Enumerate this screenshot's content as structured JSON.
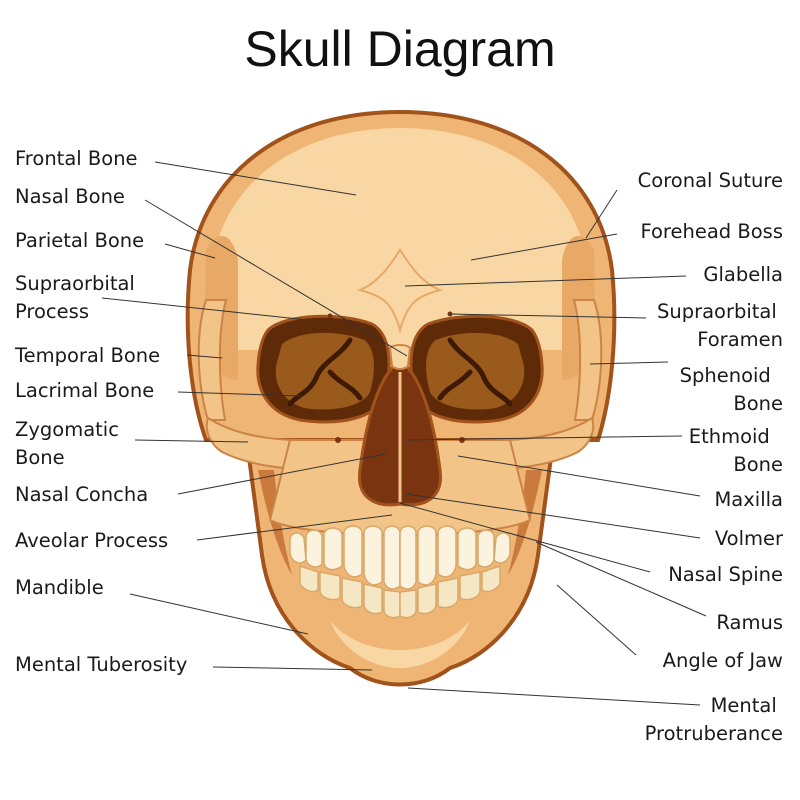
{
  "title": "Skull Diagram",
  "colors": {
    "bone_light": "#f9d7a4",
    "bone_mid": "#efb575",
    "bone_dark": "#cc8446",
    "outline": "#a2531c",
    "socket": "#5e2a08",
    "socket_inner": "#9a5a1c",
    "teeth": "#fbf3de"
  },
  "labels": {
    "left": [
      {
        "id": "frontal-bone",
        "lines": [
          "Frontal Bone"
        ]
      },
      {
        "id": "nasal-bone",
        "lines": [
          "Nasal Bone"
        ]
      },
      {
        "id": "parietal-bone",
        "lines": [
          "Parietal Bone"
        ]
      },
      {
        "id": "supraorbital-process",
        "lines": [
          "Supraorbital",
          "Process"
        ]
      },
      {
        "id": "temporal-bone",
        "lines": [
          "Temporal Bone"
        ]
      },
      {
        "id": "lacrimal-bone",
        "lines": [
          "Lacrimal Bone"
        ]
      },
      {
        "id": "zygomatic-bone",
        "lines": [
          "Zygomatic",
          "Bone"
        ]
      },
      {
        "id": "nasal-concha",
        "lines": [
          "Nasal Concha"
        ]
      },
      {
        "id": "aveolar-process",
        "lines": [
          "Aveolar Process"
        ]
      },
      {
        "id": "mandible",
        "lines": [
          "Mandible"
        ]
      },
      {
        "id": "mental-tuberosity",
        "lines": [
          "Mental Tuberosity"
        ]
      }
    ],
    "right": [
      {
        "id": "coronal-suture",
        "lines": [
          "Coronal Suture"
        ]
      },
      {
        "id": "forehead-boss",
        "lines": [
          "Forehead Boss"
        ]
      },
      {
        "id": "glabella",
        "lines": [
          "Glabella"
        ]
      },
      {
        "id": "supraorbital-foramen",
        "lines": [
          "Supraorbital",
          "Foramen"
        ]
      },
      {
        "id": "sphenoid-bone",
        "lines": [
          "Sphenoid",
          "Bone"
        ]
      },
      {
        "id": "ethmoid-bone",
        "lines": [
          "Ethmoid",
          "Bone"
        ]
      },
      {
        "id": "maxilla",
        "lines": [
          "Maxilla"
        ]
      },
      {
        "id": "volmer",
        "lines": [
          "Volmer"
        ]
      },
      {
        "id": "nasal-spine",
        "lines": [
          "Nasal Spine"
        ]
      },
      {
        "id": "ramus",
        "lines": [
          "Ramus"
        ]
      },
      {
        "id": "angle-of-jaw",
        "lines": [
          "Angle of Jaw"
        ]
      },
      {
        "id": "mental-protruberance",
        "lines": [
          "Mental",
          "Protruberance"
        ]
      }
    ]
  }
}
